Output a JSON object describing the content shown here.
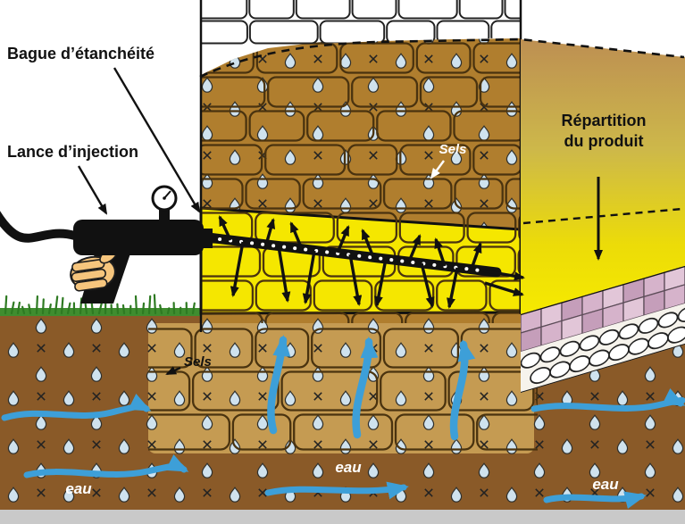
{
  "diagram": {
    "labels": {
      "bague": "Bague d’étanchéité",
      "lance": "Lance d’injection",
      "repartition_line1": "Répartition",
      "repartition_line2": "du produit",
      "sels_wall": "Sels",
      "sels_soil": "Sels",
      "eau_left": "eau",
      "eau_center": "eau",
      "eau_right": "eau"
    },
    "colors": {
      "soil": "#8a5a28",
      "wall": "#b07e2e",
      "foundation": "#c59b52",
      "injection_zone": "#f5e700",
      "water": "#3d9fd8",
      "droplet_fill": "#cfe2ee",
      "grass": "#3f8d2f",
      "gradient_top": "#bd8f52",
      "gradient_bottom": "#f6ea00",
      "stone_joint": "#4a330f",
      "bottom_band": "#c9c9c9"
    }
  }
}
